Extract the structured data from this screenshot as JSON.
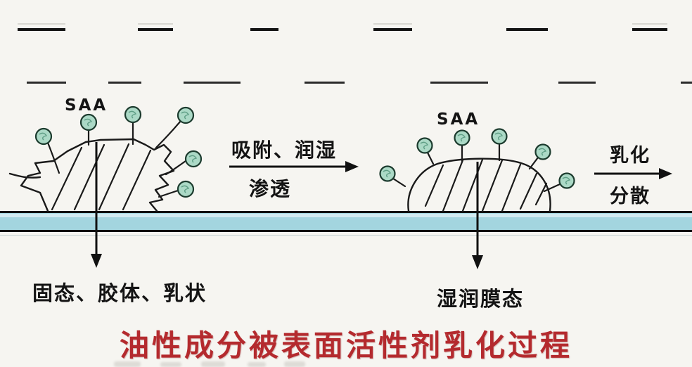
{
  "diagram": {
    "title": "油性成分被表面活性剂乳化过程",
    "stage_left": {
      "saa_label": "SAA",
      "state_label": "固态、胶体、乳状"
    },
    "stage_right": {
      "saa_label": "SAA",
      "state_label": "湿润膜态"
    },
    "arrow_adsorption": {
      "top": "吸附、润湿",
      "bottom": "渗透"
    },
    "arrow_emulsify": {
      "top": "乳化",
      "bottom": "分散"
    },
    "colors": {
      "background": "#f6f5f1",
      "line": "#1a1a1a",
      "surface_fill": "#a3d5df",
      "surface_highlight": "#d2eaf0",
      "molecule_fill": "#abd9c6",
      "molecule_stroke": "#1c3b2e",
      "title_red": "#b42a2e"
    }
  }
}
